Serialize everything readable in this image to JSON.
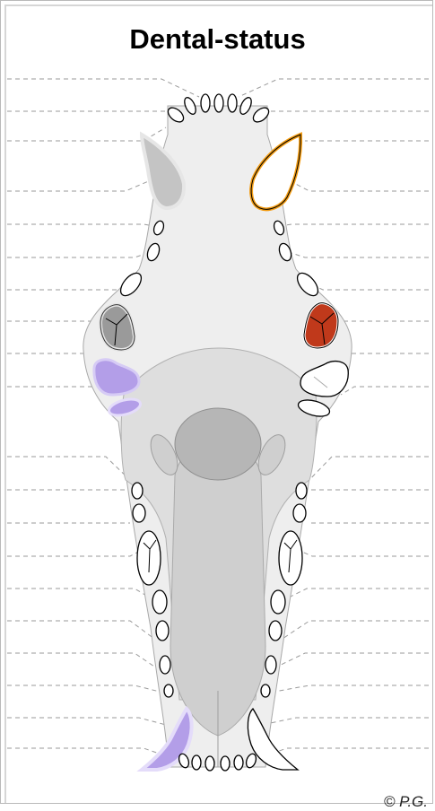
{
  "title": "Dental-status",
  "credit": "© P.G.",
  "colors": {
    "outline_highlight": "#f39c12",
    "fill_red": "#c0391b",
    "fill_purple": "#b39ee8",
    "fill_gray": "#c4c4c4",
    "jaw_fill": "#eeeeee",
    "leader_lines": "#9a9a9a"
  },
  "teeth_status": [
    {
      "tooth": "upper-left-canine",
      "state": "gray"
    },
    {
      "tooth": "upper-right-canine",
      "state": "orange-outline"
    },
    {
      "tooth": "upper-left-carnassial",
      "state": "gray-with-roots"
    },
    {
      "tooth": "upper-right-carnassial",
      "state": "red"
    },
    {
      "tooth": "upper-left-first-molar",
      "state": "purple"
    },
    {
      "tooth": "upper-left-second-molar",
      "state": "purple"
    },
    {
      "tooth": "lower-left-canine",
      "state": "purple"
    }
  ]
}
